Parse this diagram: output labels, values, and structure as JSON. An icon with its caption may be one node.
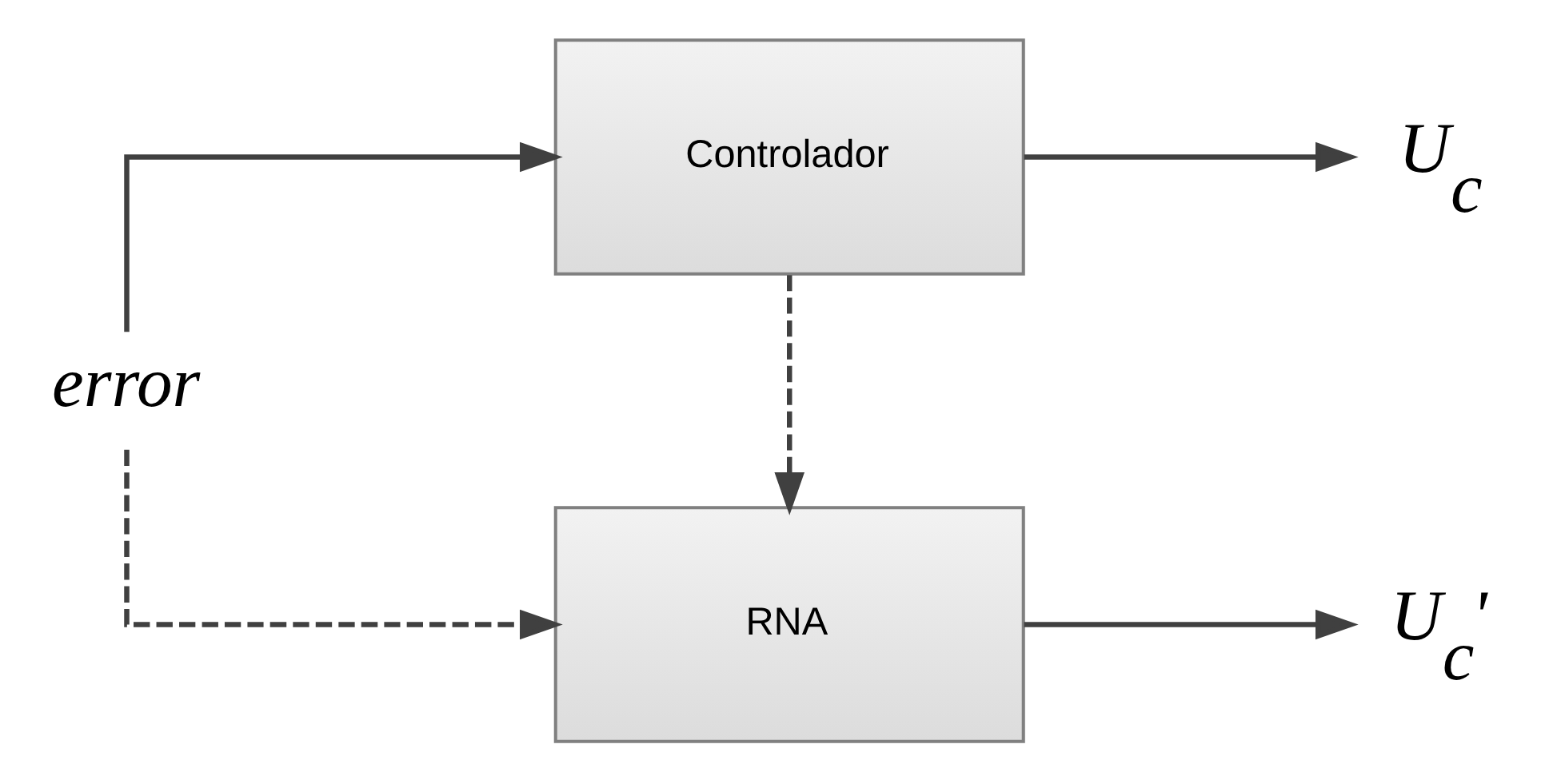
{
  "diagram": {
    "nodes": [
      {
        "text": [
          "error"
        ]
      },
      {
        "text": [
          "Controlador"
        ]
      },
      {
        "text": [
          "RNA"
        ]
      },
      {
        "text": [
          "U$_{c}$"
        ]
      },
      {
        "text": [
          "U$_{c}$'"
        ]
      }
    ],
    "edges": [
      {
        "from": 0,
        "to": 1,
        "arrow": "to"
      },
      {
        "from": 1,
        "to": 3,
        "arrow": "to"
      },
      {
        "from": 0,
        "to": 2,
        "arrow": "to",
        "style": "dashed"
      },
      {
        "from": 1,
        "to": 2,
        "arrow": "to",
        "style": "dashed"
      },
      {
        "from": 2,
        "to": 4,
        "arrow": "to"
      }
    ]
  }
}
